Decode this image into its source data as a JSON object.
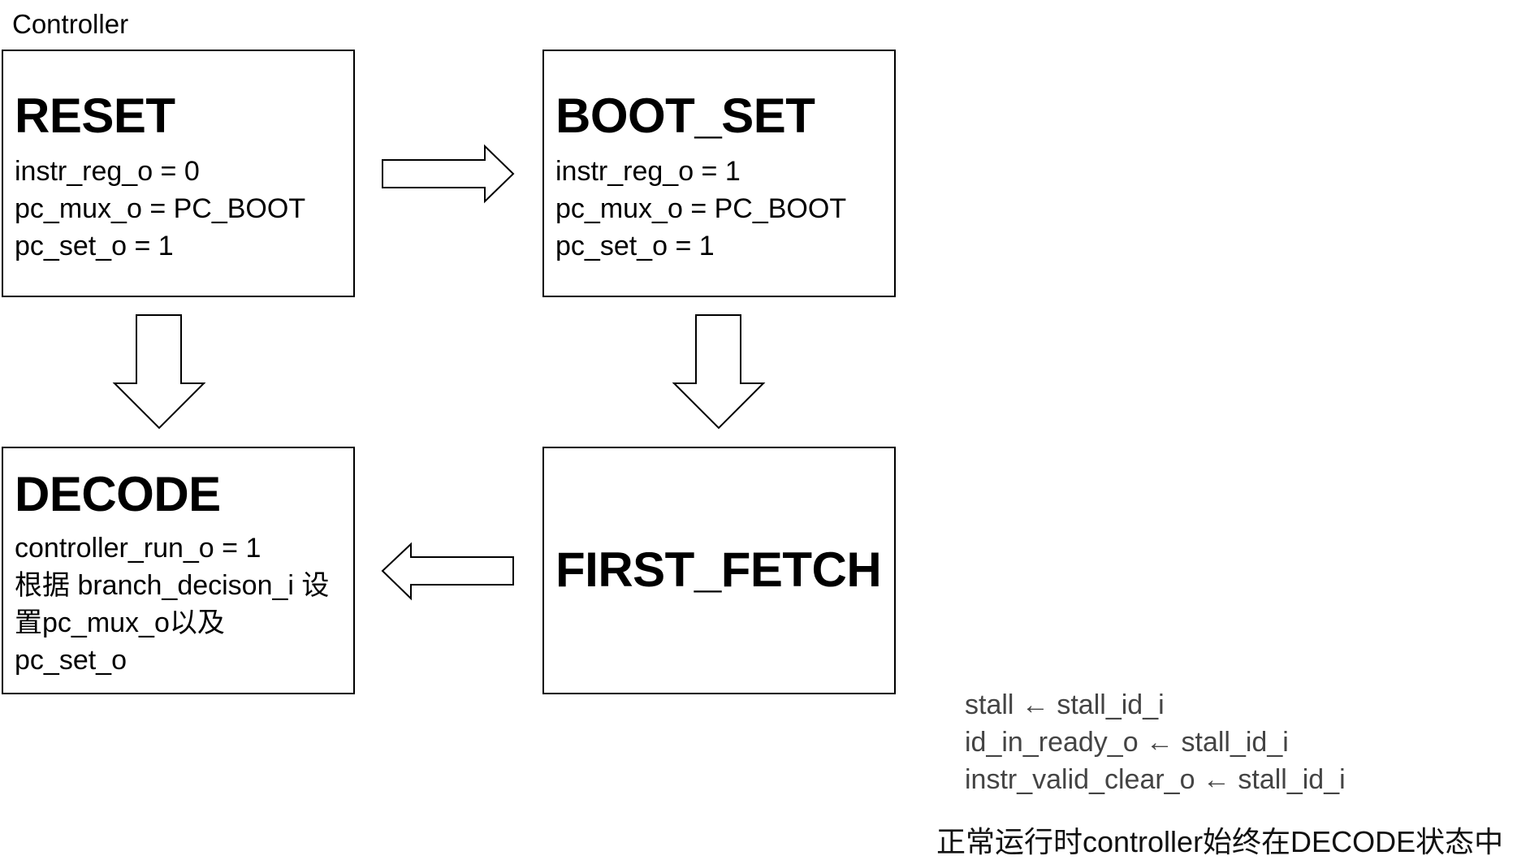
{
  "title": "Controller",
  "states": {
    "reset": {
      "name": "RESET",
      "lines": [
        "instr_reg_o = 0",
        "pc_mux_o = PC_BOOT",
        "pc_set_o = 1"
      ]
    },
    "boot_set": {
      "name": "BOOT_SET",
      "lines": [
        "instr_reg_o = 1",
        "pc_mux_o = PC_BOOT",
        "pc_set_o = 1"
      ]
    },
    "decode": {
      "name": "DECODE",
      "lines": [
        "controller_run_o = 1",
        "根据 branch_decison_i 设",
        "置pc_mux_o以及",
        "pc_set_o"
      ]
    },
    "first_fetch": {
      "name": "FIRST_FETCH",
      "lines": []
    }
  },
  "notes": [
    "stall ← stall_id_i",
    "id_in_ready_o ← stall_id_i",
    "instr_valid_clear_o ← stall_id_i"
  ],
  "footer": "正常运行时controller始终在DECODE状态中",
  "transitions": [
    {
      "from": "RESET",
      "to": "BOOT_SET"
    },
    {
      "from": "RESET",
      "to": "DECODE"
    },
    {
      "from": "BOOT_SET",
      "to": "FIRST_FETCH"
    },
    {
      "from": "FIRST_FETCH",
      "to": "DECODE"
    }
  ]
}
